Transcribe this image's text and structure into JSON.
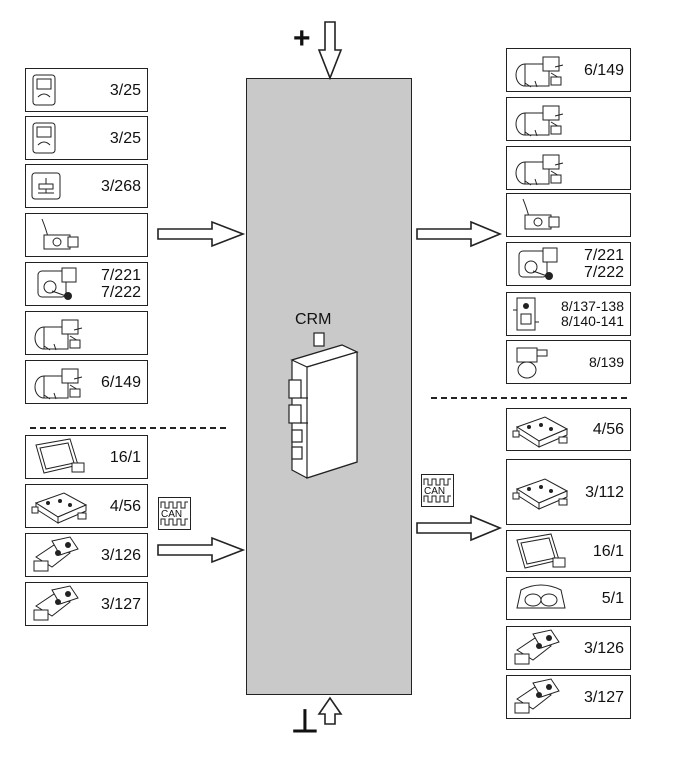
{
  "crm": {
    "label": "CRM"
  },
  "power": {
    "plus": "+",
    "ground": "⊥"
  },
  "can": {
    "left": "CAN",
    "right": "CAN"
  },
  "left_inputs": [
    {
      "label": "3/25",
      "icon": "door-switch-icon"
    },
    {
      "label": "3/25",
      "icon": "door-switch-icon"
    },
    {
      "label": "3/268",
      "icon": "trunk-switch-icon"
    },
    {
      "label": "",
      "icon": "sensor-icon"
    },
    {
      "label": "7/221\n7/222",
      "icon": "lock-motor-icon"
    },
    {
      "label": "",
      "icon": "actuator-icon"
    },
    {
      "label": "6/149",
      "icon": "actuator-icon"
    }
  ],
  "left_can": [
    {
      "label": "16/1",
      "icon": "display-module-icon"
    },
    {
      "label": "4/56",
      "icon": "control-module-icon"
    },
    {
      "label": "3/126",
      "icon": "switch-module-icon"
    },
    {
      "label": "3/127",
      "icon": "switch-module-icon"
    }
  ],
  "right_outputs": [
    {
      "label": "6/149",
      "icon": "actuator-icon"
    },
    {
      "label": "",
      "icon": "actuator-icon"
    },
    {
      "label": "",
      "icon": "actuator-icon"
    },
    {
      "label": "",
      "icon": "sensor-icon"
    },
    {
      "label": "7/221\n7/222",
      "icon": "lock-motor-icon"
    },
    {
      "label": "8/137-138\n8/140-141",
      "icon": "relay-icon"
    },
    {
      "label": "8/139",
      "icon": "horn-icon"
    }
  ],
  "right_can": [
    {
      "label": "4/56",
      "icon": "control-module-icon"
    },
    {
      "label": "3/112",
      "icon": "control-module-icon"
    },
    {
      "label": "16/1",
      "icon": "display-module-icon"
    },
    {
      "label": "5/1",
      "icon": "instrument-cluster-icon"
    },
    {
      "label": "3/126",
      "icon": "switch-module-icon"
    },
    {
      "label": "3/127",
      "icon": "switch-module-icon"
    }
  ]
}
